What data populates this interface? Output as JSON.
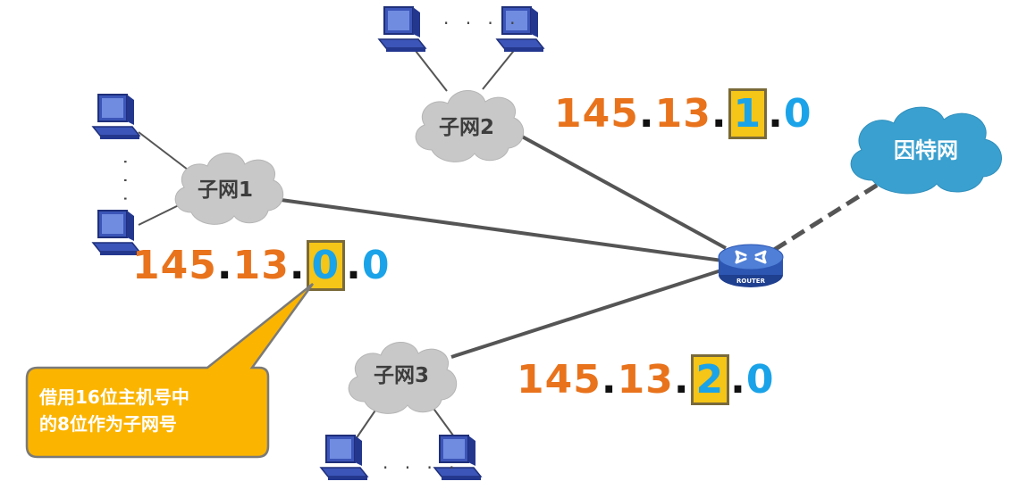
{
  "clouds": {
    "subnet1": "子网1",
    "subnet2": "子网2",
    "subnet3": "子网3",
    "internet": "因特网"
  },
  "ip_addresses": {
    "subnet1": {
      "prefix": "145",
      "second": "13",
      "subnet": "0",
      "host": "0"
    },
    "subnet2": {
      "prefix": "145",
      "second": "13",
      "subnet": "1",
      "host": "0"
    },
    "subnet3": {
      "prefix": "145",
      "second": "13",
      "subnet": "2",
      "host": "0"
    }
  },
  "router": {
    "label": "ROUTER"
  },
  "callout": {
    "line1": "借用16位主机号中",
    "line2": "的8位作为子网号"
  },
  "ellipsis": {
    "horizontal": "· · · ·",
    "vertical": "· · ·"
  },
  "colors": {
    "network_part": "#e8731c",
    "host_part": "#1aa3e8",
    "highlight_box": "#f5c518",
    "cloud_gray": "#c8c8c8",
    "internet_cloud": "#3aa0cf",
    "callout_fill": "#fbb400",
    "link_line": "#505050"
  }
}
